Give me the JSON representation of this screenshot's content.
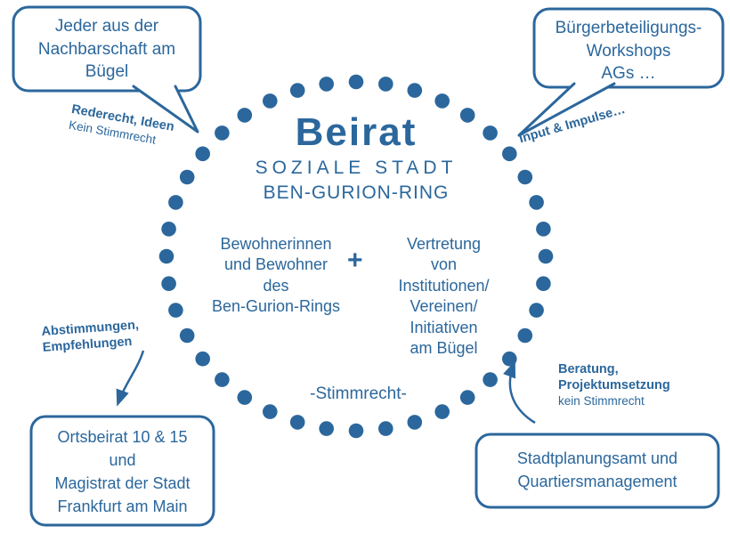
{
  "colors": {
    "accent_blue": "#2b679c",
    "background": "#ffffff"
  },
  "circle": {
    "title": "Beirat",
    "subtitle_line1": "SOZIALE STADT",
    "subtitle_line2": "BEN-GURION-RING",
    "members_left": "Bewohnerinnen\nund Bewohner\ndes\nBen-Gurion-Rings",
    "plus_sign": "+",
    "members_right": "Vertretung\nvon\nInstitutionen/\nVereinen/\nInitiativen\nam Bügel",
    "voting_note": "-Stimmrecht-"
  },
  "speech_bubbles": {
    "top_left": "Jeder aus der\nNachbarschaft am\nBügel",
    "top_right": "Bürgerbeteiligungs-\nWorkshops\nAGs …"
  },
  "boxes": {
    "bottom_left": "Ortsbeirat 10 & 15\nund\nMagistrat der Stadt\nFrankfurt am Main",
    "bottom_right": "Stadtplanungsamt und\nQuartiersmanagement"
  },
  "annotations": {
    "top_left": {
      "bold": "Rederecht, Ideen",
      "normal": "Kein Stimmrecht"
    },
    "top_right": {
      "bold": "Input & Impulse…"
    },
    "left": {
      "bold": "Abstimmungen,\nEmpfehlungen"
    },
    "right": {
      "bold": "Beratung,\nProjektumsetzung",
      "normal": "kein Stimmrecht"
    }
  }
}
